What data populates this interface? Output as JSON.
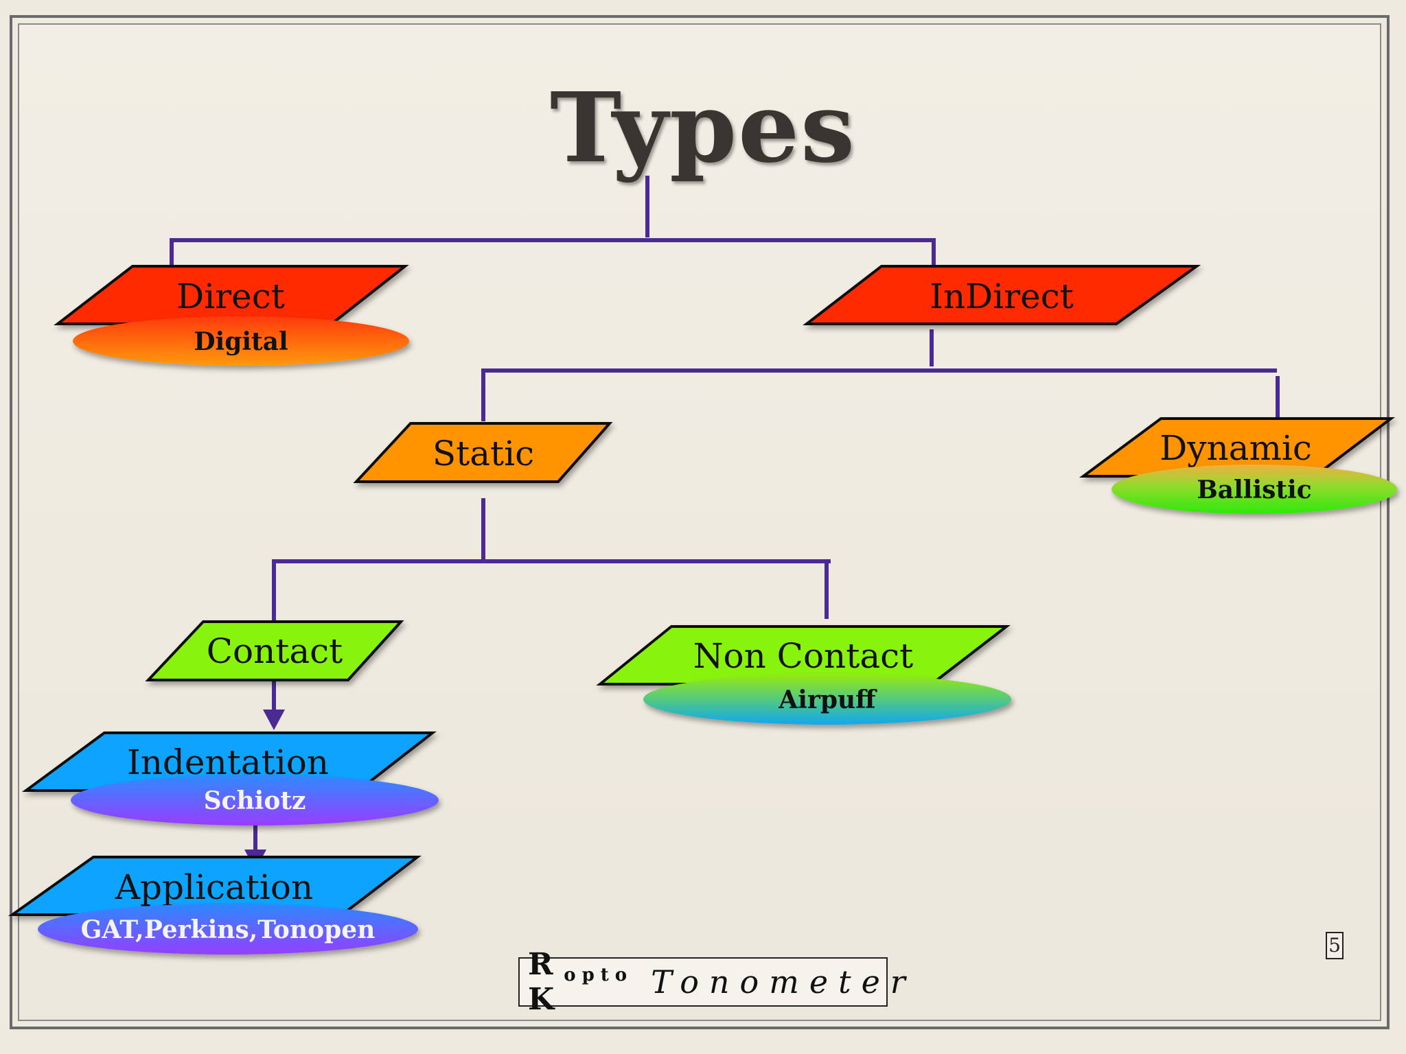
{
  "title": "Types",
  "colors": {
    "connector": "#4b2a93",
    "red": "#ff2a05",
    "orange": "#ff9405",
    "green": "#88f407",
    "blue": "#0aa4ff"
  },
  "nodes": {
    "direct": {
      "label": "Direct",
      "sublabel": "Digital"
    },
    "indirect": {
      "label": "InDirect"
    },
    "static": {
      "label": "Static"
    },
    "dynamic": {
      "label": "Dynamic",
      "sublabel": "Ballistic"
    },
    "contact": {
      "label": "Contact"
    },
    "non_contact": {
      "label": "Non Contact",
      "sublabel": "Airpuff"
    },
    "indentation": {
      "label": "Indentation",
      "sublabel": "Schiotz"
    },
    "application": {
      "label": "Application",
      "sublabel": "GAT,Perkins,Tonopen"
    }
  },
  "footer": {
    "brand": "R K",
    "brand_sup": "opto",
    "subject": "Tonometer",
    "page_number": "5"
  }
}
